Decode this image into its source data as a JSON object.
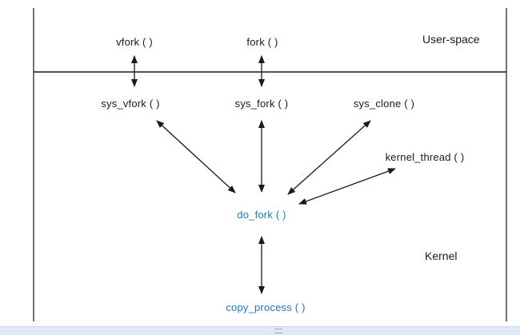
{
  "regions": {
    "user_space": "User-space",
    "kernel": "Kernel"
  },
  "nodes": {
    "vfork": "vfork ( )",
    "fork": "fork ( )",
    "sys_vfork": "sys_vfork ( )",
    "sys_fork": "sys_fork ( )",
    "sys_clone": "sys_clone ( )",
    "kernel_thread": "kernel_thread ( )",
    "do_fork": "do_fork ( )",
    "copy_process": "copy_process ( )"
  },
  "colors": {
    "highlight": "#1f78c0",
    "line": "#1a1a1a"
  }
}
